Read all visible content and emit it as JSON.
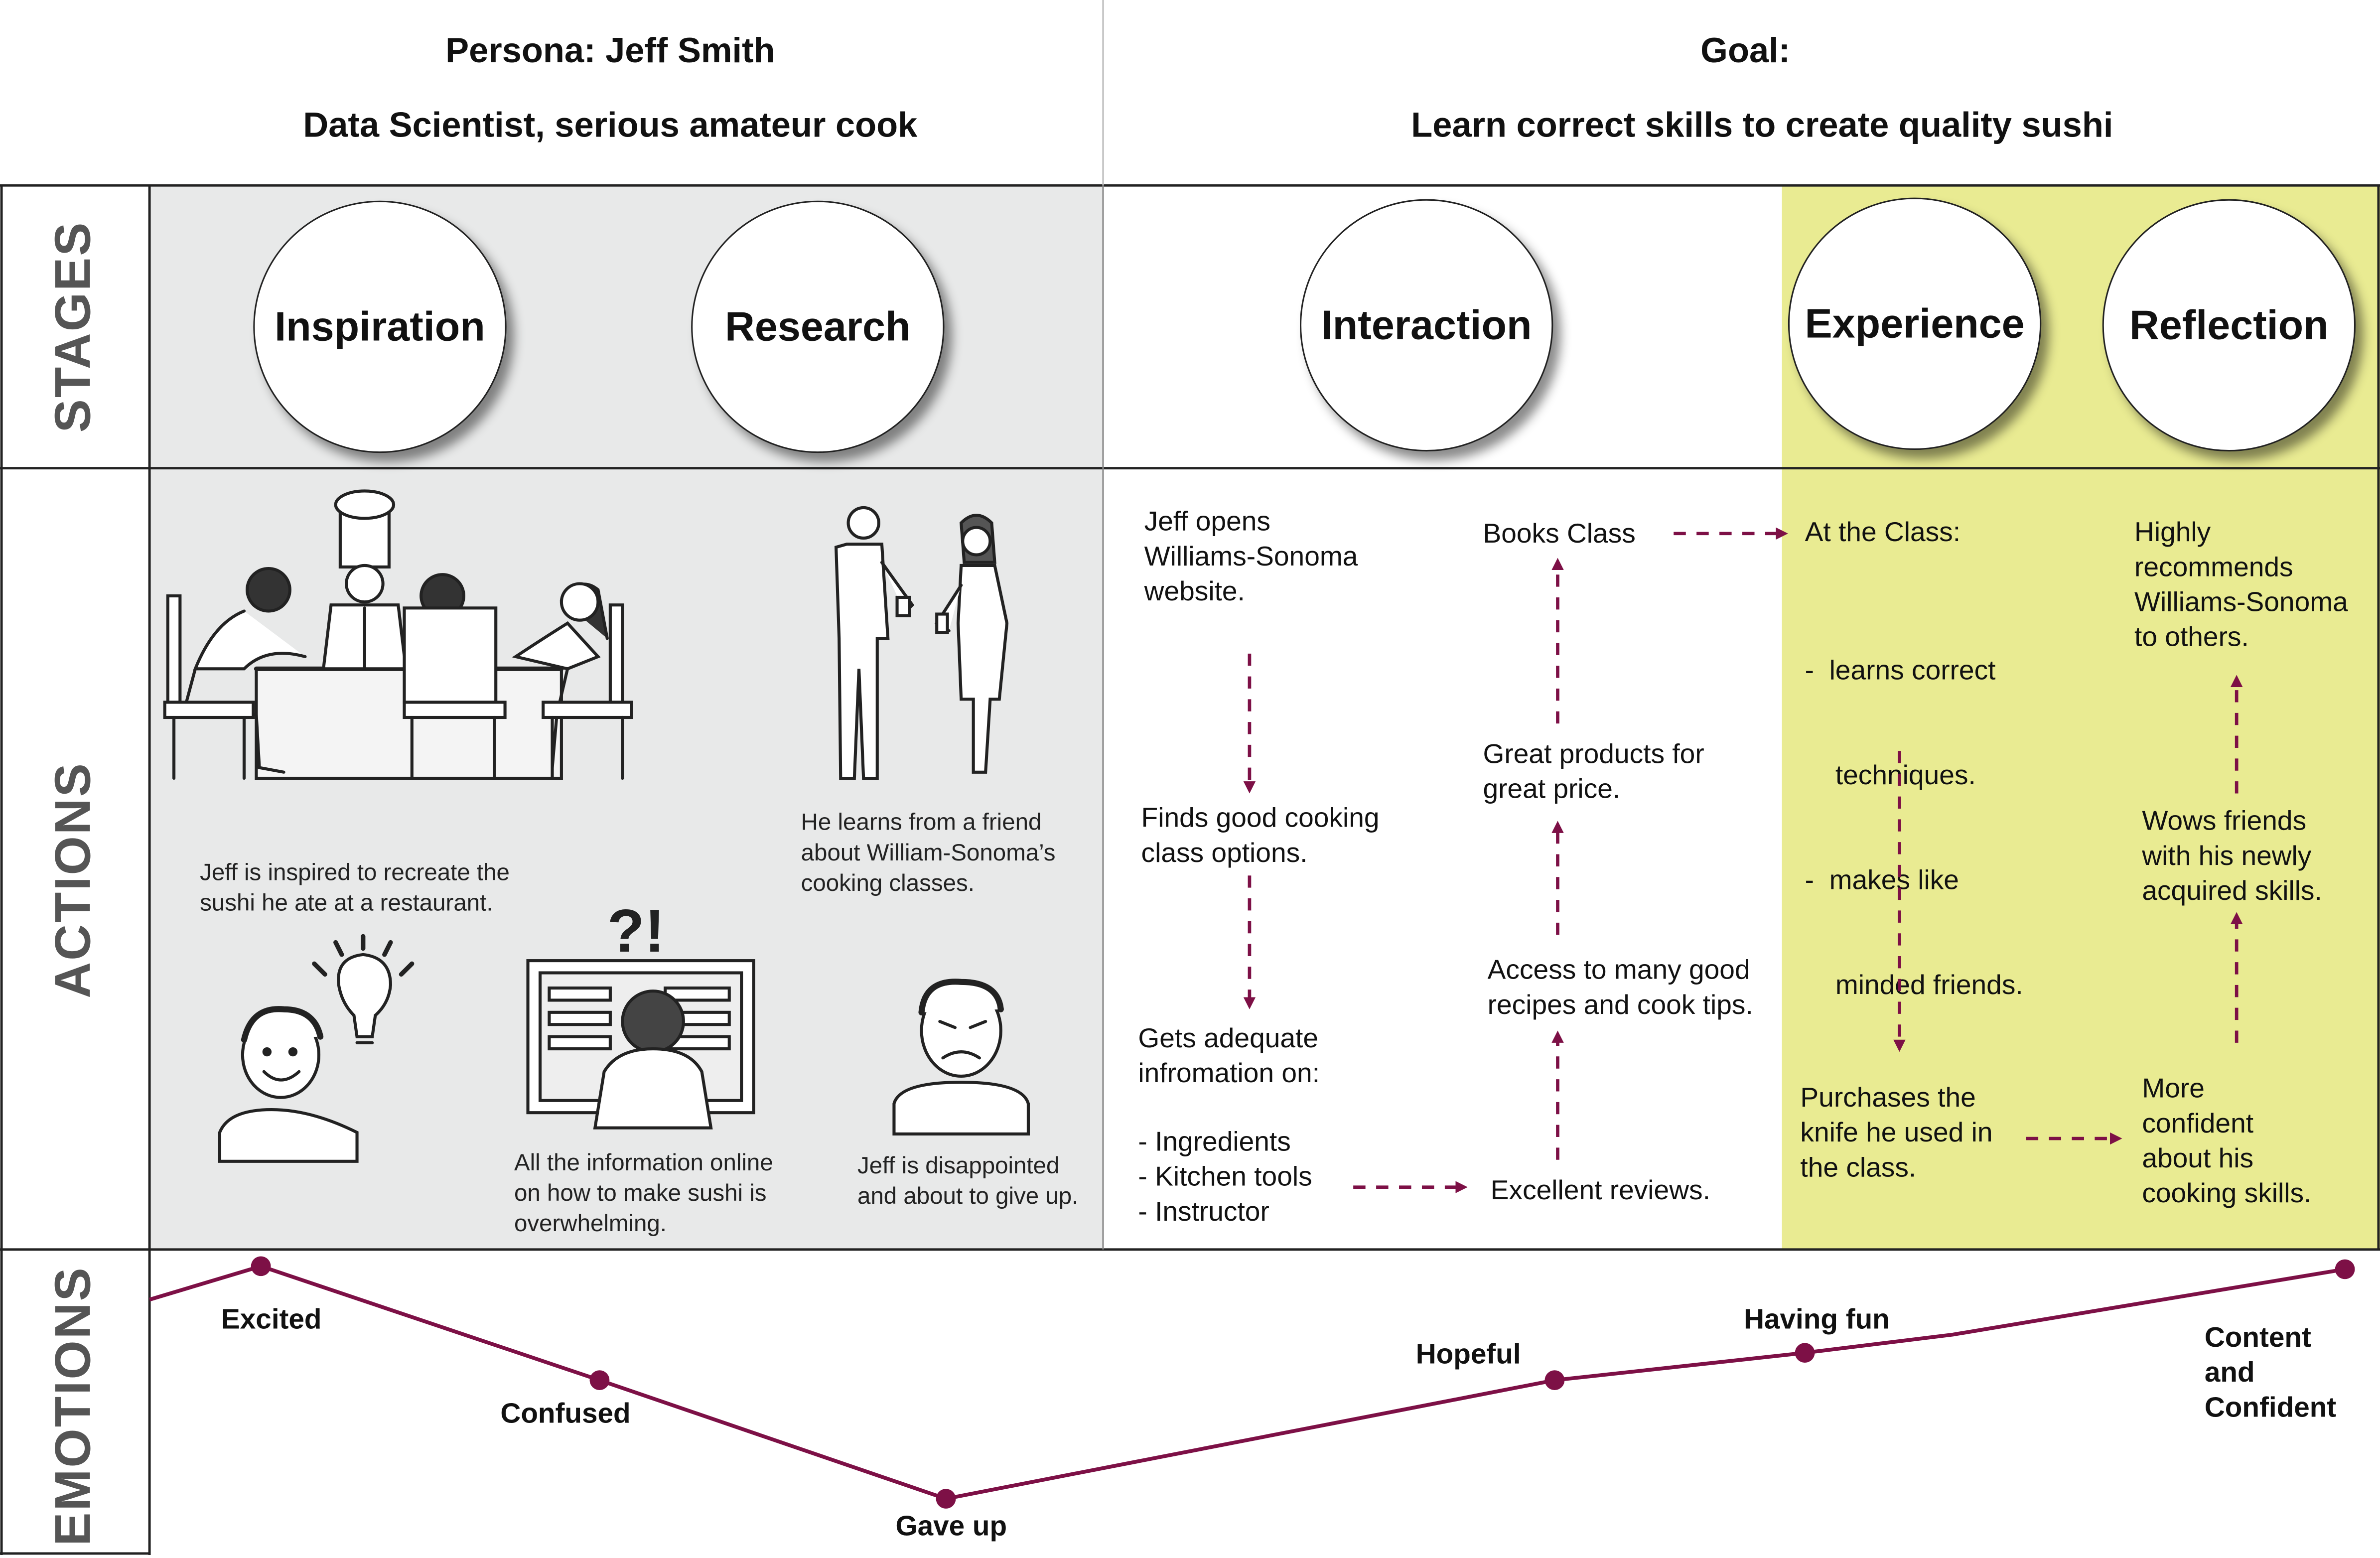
{
  "header": {
    "persona_title": "Persona: Jeff Smith",
    "persona_subtitle": "Data Scientist, serious amateur cook",
    "goal_title": "Goal:",
    "goal_text": "Learn correct skills to create quality sushi"
  },
  "rows": {
    "stages": "STAGES",
    "actions": "ACTIONS",
    "emotions": "EMOTIONS"
  },
  "stages": [
    "Inspiration",
    "Research",
    "Interaction",
    "Experience",
    "Reflection"
  ],
  "colors": {
    "grey_panel": "#e8e9e9",
    "yellow_panel": "#e9eb92",
    "emotion_line": "#7d1046",
    "arrow": "#7d1046",
    "grid": "#222222"
  },
  "actions": {
    "sketches": {
      "restaurant_caption": [
        "Jeff is inspired to recreate the",
        "sushi he ate at a restaurant."
      ],
      "friend_caption": [
        "He learns from a friend",
        "about William-Sonoma’s",
        "cooking classes."
      ],
      "online_caption": [
        "All the information online",
        "on how to make sushi is",
        "overwhelming."
      ],
      "disappointed_caption": [
        "Jeff is disappointed",
        "and about to give up."
      ],
      "question_marks": "?!"
    },
    "interaction": {
      "opens_site": [
        "Jeff opens",
        "Williams-Sonoma",
        "website."
      ],
      "finds_classes": [
        "Finds good cooking",
        "class options."
      ],
      "gets_info": [
        "Gets adequate",
        "infromation on:"
      ],
      "info_list": [
        "-  Ingredients",
        "-  Kitchen tools",
        "-  Instructor"
      ],
      "books_class": "Books Class",
      "great_products": [
        "Great products for",
        "great price."
      ],
      "recipes": [
        "Access to many good",
        "recipes and cook tips."
      ],
      "reviews": "Excellent reviews."
    },
    "experience": {
      "at_class": "At the Class:",
      "class_list": [
        "-  learns correct",
        "    techniques.",
        "-  makes like",
        "    minded friends."
      ],
      "purchases": [
        "Purchases the",
        "knife he used in",
        "the class."
      ]
    },
    "reflection": {
      "recommends": [
        "Highly",
        "recommends",
        "Williams-Sonoma",
        "to others."
      ],
      "wows": [
        "Wows friends",
        "with his newly",
        "acquired skills."
      ],
      "confident": [
        "More",
        "confident",
        "about his",
        "cooking skills."
      ]
    }
  },
  "emotions": {
    "curve": [
      {
        "label": "Excited",
        "level": 0.95
      },
      {
        "label": "Confused",
        "level": 0.58
      },
      {
        "label": "Gave up",
        "level": 0.0
      },
      {
        "label": "Hopeful",
        "level": 0.55
      },
      {
        "label": "Having fun",
        "level": 0.69
      },
      {
        "label": "Content and Confident",
        "level": 1.0
      }
    ],
    "labels": {
      "excited": "Excited",
      "confused": "Confused",
      "gave_up": "Gave up",
      "hopeful": "Hopeful",
      "having_fun": "Having fun",
      "content": [
        "Content",
        "and",
        "Confident"
      ]
    }
  }
}
